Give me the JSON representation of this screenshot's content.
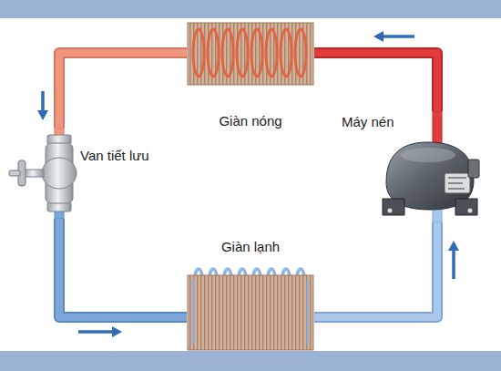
{
  "diagram": {
    "nodes": [
      {
        "text": [
          "Giàn nóng"
        ]
      },
      {
        "text": [
          "Máy nén"
        ]
      },
      {
        "text": [
          "Van tiết lưu"
        ]
      },
      {
        "text": [
          "Giàn lạnh"
        ]
      }
    ],
    "edges": [
      {
        "from": 1,
        "to": 0,
        "arrow": "to"
      },
      {
        "from": 0,
        "to": 2,
        "arrow": "to"
      },
      {
        "from": 2,
        "to": 3,
        "arrow": "to"
      },
      {
        "from": 3,
        "to": 1,
        "arrow": "to"
      }
    ]
  }
}
